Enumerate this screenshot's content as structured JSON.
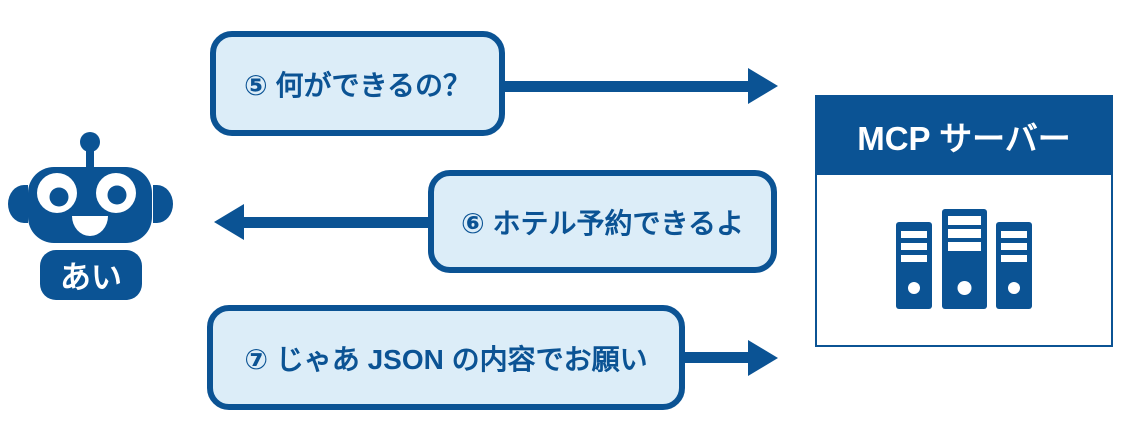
{
  "colors": {
    "dark_blue": "#0b5394",
    "light_blue": "#dcedf8"
  },
  "robot": {
    "label": "あい",
    "icon": "robot-icon"
  },
  "server": {
    "title": "MCP サーバー",
    "icon": "server-rack-icon"
  },
  "messages": [
    {
      "step": "⑤",
      "text": "⑤ 何ができるの？",
      "direction": "right",
      "from": "robot",
      "to": "mcp-server"
    },
    {
      "step": "⑥",
      "text": "⑥ ホテル予約できるよ",
      "direction": "left",
      "from": "mcp-server",
      "to": "robot"
    },
    {
      "step": "⑦",
      "text": "⑦ じゃあ JSON の内容でお願い",
      "direction": "right",
      "from": "robot",
      "to": "mcp-server"
    }
  ]
}
